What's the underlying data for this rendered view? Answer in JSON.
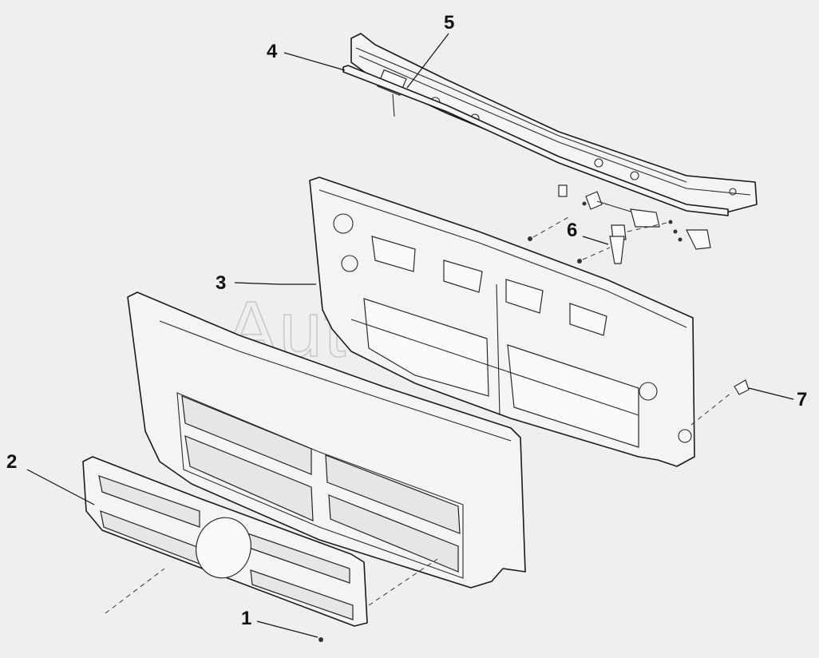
{
  "diagram": {
    "watermark": "AutoSoft",
    "callouts": [
      {
        "id": "1",
        "label": "1"
      },
      {
        "id": "2",
        "label": "2"
      },
      {
        "id": "3",
        "label": "3"
      },
      {
        "id": "4",
        "label": "4"
      },
      {
        "id": "5",
        "label": "5"
      },
      {
        "id": "6",
        "label": "6"
      },
      {
        "id": "7",
        "label": "7"
      }
    ]
  },
  "colors": {
    "background": "#efefef",
    "line": "#1a1a1a",
    "fill": "#f4f4f4",
    "watermark": "#c9c9c9"
  }
}
